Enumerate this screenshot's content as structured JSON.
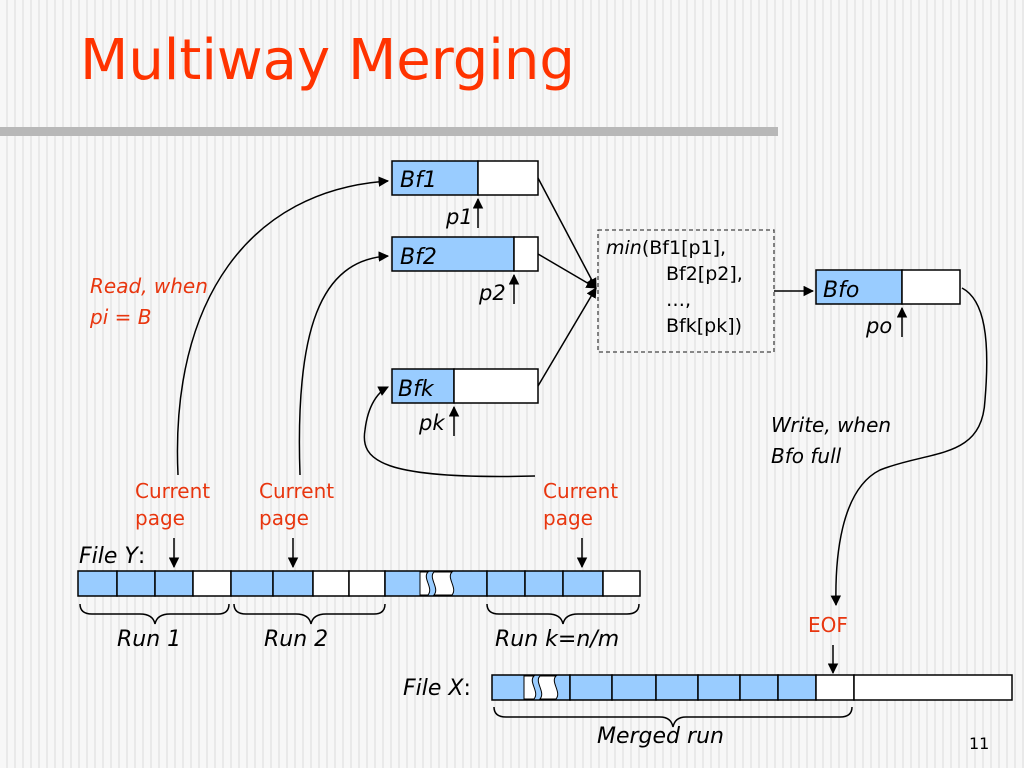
{
  "slide": {
    "title": "Multiway Merging",
    "page_number": "11"
  },
  "buffers": {
    "bf1": "Bf1",
    "bf2": "Bf2",
    "bfk": "Bfk",
    "bfo": "Bfo"
  },
  "pointers": {
    "p1": "p1",
    "p2": "p2",
    "pk": "pk",
    "po": "po"
  },
  "min_box": {
    "func": "min",
    "arg1": "(Bf1[p1],",
    "arg2": "Bf2[p2],",
    "arg3": "…,",
    "arg4": "Bfk[pk])"
  },
  "notes": {
    "read_line1": "Read, when",
    "read_line2": "pi = B",
    "write_line1": "Write, when",
    "write_line2": "Bfo full",
    "current_page": "Current\npage",
    "eof": "EOF"
  },
  "files": {
    "file_y_name": "File Y",
    "file_x_name": "File X",
    "colon": ":"
  },
  "runs": {
    "run1": "Run 1",
    "run2": "Run 2",
    "runk": "Run k=n/m",
    "merged": "Merged run"
  },
  "colors": {
    "title": "#ff3300",
    "note": "#e8360f",
    "filled_cell": "#99ccff",
    "empty_cell": "#ffffff"
  }
}
